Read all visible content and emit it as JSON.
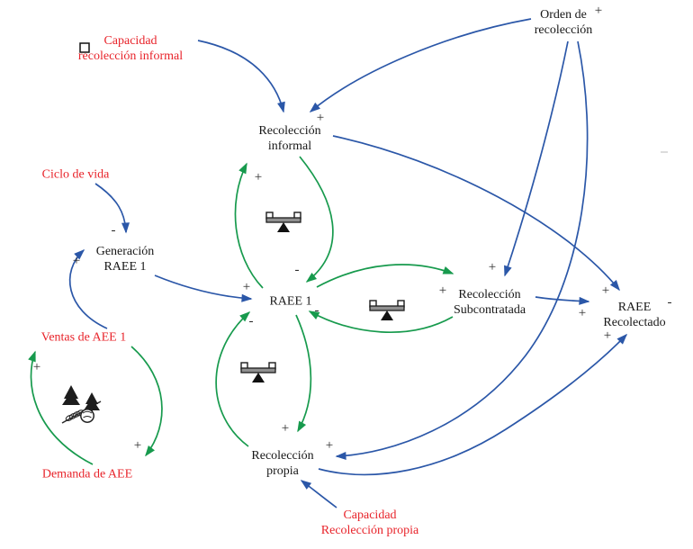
{
  "diagram": {
    "title_hint": "Causal loop diagram - RAEE (WEEE) collection",
    "colors": {
      "link_blue": "#2b57a8",
      "loop_green": "#179a4d",
      "external_red": "#e8232a",
      "text_black": "#171717"
    },
    "nodes": {
      "capacidad_recoleccion_informal": {
        "line1": "Capacidad",
        "line2": "recolección informal"
      },
      "orden_de_recoleccion": {
        "line1": "Orden de",
        "line2": "recolección"
      },
      "recoleccion_informal": {
        "line1": "Recolección",
        "line2": "informal"
      },
      "ciclo_de_vida": {
        "line1": "Ciclo de vida"
      },
      "generacion_raee_1": {
        "line1": "Generación",
        "line2": "RAEE 1"
      },
      "raee_1": {
        "line1": "RAEE 1"
      },
      "recoleccion_subcontratada": {
        "line1": "Recolección",
        "line2": "Subcontratada"
      },
      "raee_recolectado": {
        "line1": "RAEE",
        "line2": "Recolectado"
      },
      "ventas_de_aee_1": {
        "line1": "Ventas de AEE 1"
      },
      "demanda_de_aee": {
        "line1": "Demanda de AEE"
      },
      "recoleccion_propia": {
        "line1": "Recolección",
        "line2": "propia"
      },
      "capacidad_recoleccion_propia": {
        "line1": "Capacidad",
        "line2": "Recolección propia"
      }
    },
    "signs": [
      {
        "name": "orden-source-plus",
        "label": "+"
      },
      {
        "name": "orden-to-informal-plus",
        "label": "+"
      },
      {
        "name": "raee1-to-informal-plus",
        "label": "+"
      },
      {
        "name": "informal-to-raee1-minus",
        "label": "-"
      },
      {
        "name": "ciclo-to-generacion-minus",
        "label": "-"
      },
      {
        "name": "ventas-to-generacion-plus",
        "label": "+"
      },
      {
        "name": "generacion-to-raee1-plus",
        "label": "+"
      },
      {
        "name": "subcontratada-to-raee1-minus",
        "label": "-"
      },
      {
        "name": "propia-to-raee1-minus",
        "label": "-"
      },
      {
        "name": "orden-to-subcontratada-plus",
        "label": "+"
      },
      {
        "name": "raee1-to-subcontratada-plus",
        "label": "+"
      },
      {
        "name": "informal-to-recolectado-plus",
        "label": "+"
      },
      {
        "name": "recolectado-minus",
        "label": "-"
      },
      {
        "name": "subcontratada-to-recolectado-plus",
        "label": "+"
      },
      {
        "name": "propia-to-recolectado-plus",
        "label": "+"
      },
      {
        "name": "raee1-to-propia-plus",
        "label": "+"
      },
      {
        "name": "orden-to-propia-plus",
        "label": "+"
      },
      {
        "name": "demanda-to-ventas-plus",
        "label": "+"
      },
      {
        "name": "ventas-to-demanda-plus",
        "label": "+"
      }
    ]
  }
}
